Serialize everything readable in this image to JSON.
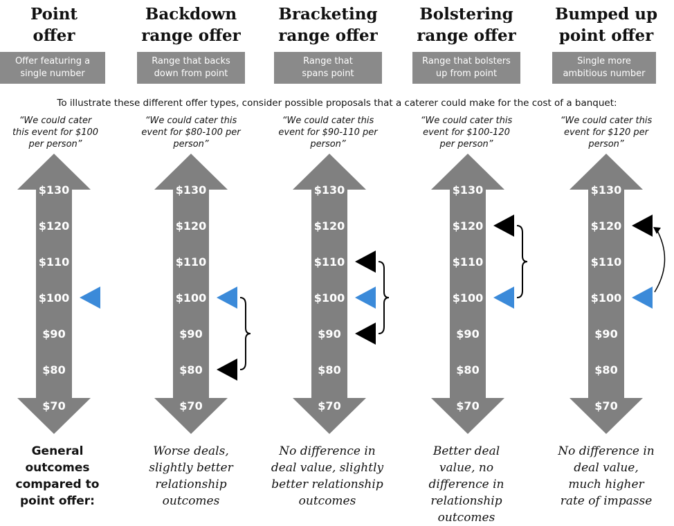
{
  "intro": "To illustrate these different offer types, consider possible proposals that a caterer could make for the cost of a banquet:",
  "scale_ticks": [
    "$130",
    "$120",
    "$110",
    "$100",
    "$90",
    "$80",
    "$70"
  ],
  "scale_values": [
    130,
    120,
    110,
    100,
    90,
    80,
    70
  ],
  "colors": {
    "arrow": "#808080",
    "blue_marker": "#3b8ad9",
    "black_marker": "#000000",
    "box": "#8a8a8a"
  },
  "columns": [
    {
      "title": "Point offer",
      "box": "Offer featuring a single number",
      "quote": "“We could cater this event for $100 per person”",
      "markers": [
        {
          "value": 100,
          "color": "blue"
        }
      ],
      "bracket": null,
      "curved_arrow": false
    },
    {
      "title": "Backdown range offer",
      "box": "Range that backs down from point",
      "quote": "“We could cater this event for $80-100 per person”",
      "markers": [
        {
          "value": 100,
          "color": "blue"
        },
        {
          "value": 80,
          "color": "black"
        }
      ],
      "bracket": [
        80,
        100
      ],
      "curved_arrow": false,
      "outcome": "Worse deals, slightly better relationship outcomes"
    },
    {
      "title": "Bracketing range offer",
      "box": "Range that spans point",
      "quote": "“We could cater this event for $90-110 per person”",
      "markers": [
        {
          "value": 110,
          "color": "black"
        },
        {
          "value": 100,
          "color": "blue"
        },
        {
          "value": 90,
          "color": "black"
        }
      ],
      "bracket": [
        90,
        110
      ],
      "curved_arrow": false,
      "outcome": "No difference in deal value, slightly better relationship outcomes"
    },
    {
      "title": "Bolstering range offer",
      "box": "Range that bolsters up from point",
      "quote": "“We could cater this event for $100-120 per person”",
      "markers": [
        {
          "value": 120,
          "color": "black"
        },
        {
          "value": 100,
          "color": "blue"
        }
      ],
      "bracket": [
        100,
        120
      ],
      "curved_arrow": false,
      "outcome": "Better deal value, no difference in relationship outcomes"
    },
    {
      "title": "Bumped up point offer",
      "box": "Single more ambitious number",
      "quote": "“We could cater this event for $120 per person”",
      "markers": [
        {
          "value": 120,
          "color": "black"
        },
        {
          "value": 100,
          "color": "blue"
        }
      ],
      "bracket": null,
      "curved_arrow": true,
      "outcome": "No difference in deal value, much higher rate of impasse"
    }
  ],
  "general_outcome": "General outcomes compared to point offer:"
}
